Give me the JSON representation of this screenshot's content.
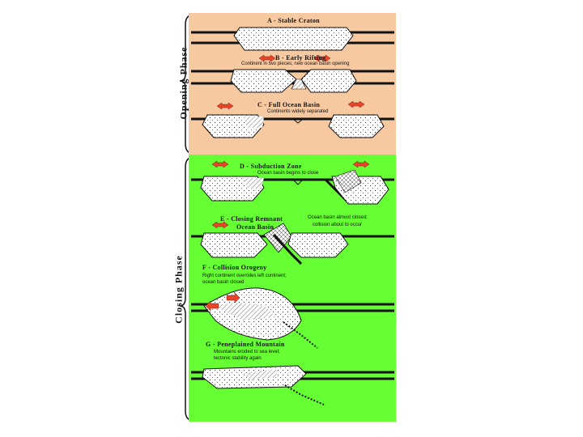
{
  "phases": {
    "opening": "Opening Phase",
    "closing": "Closing Phase"
  },
  "stages": {
    "a": {
      "title": "A - Stable Craton"
    },
    "b": {
      "title": "B - Early Rifting",
      "note": "Continent in two pieces; new ocean basin opening"
    },
    "c": {
      "title": "C - Full Ocean Basin",
      "note": "Continents widely separated"
    },
    "d": {
      "title": "D - Subduction Zone",
      "note": "Ocean basin begins to close"
    },
    "e": {
      "title_line1": "E - Closing Remnant",
      "title_line2": "Ocean Basin",
      "note_line1": "Ocean basin almost closed;",
      "note_line2": "collision about to occur"
    },
    "f": {
      "title": "F - Collision Orogeny",
      "note_line1": "Right continent overrides left continent;",
      "note_line2": "ocean basin closed"
    },
    "g": {
      "title": "G - Peneplained Mountain",
      "note_line1": "Mountains eroded to sea level;",
      "note_line2": "tectonic stability again"
    }
  },
  "colors": {
    "opening_bg": "#f7c9a1",
    "closing_bg": "#66ff33",
    "arrow": "#e8452a",
    "crust": "#111111"
  }
}
